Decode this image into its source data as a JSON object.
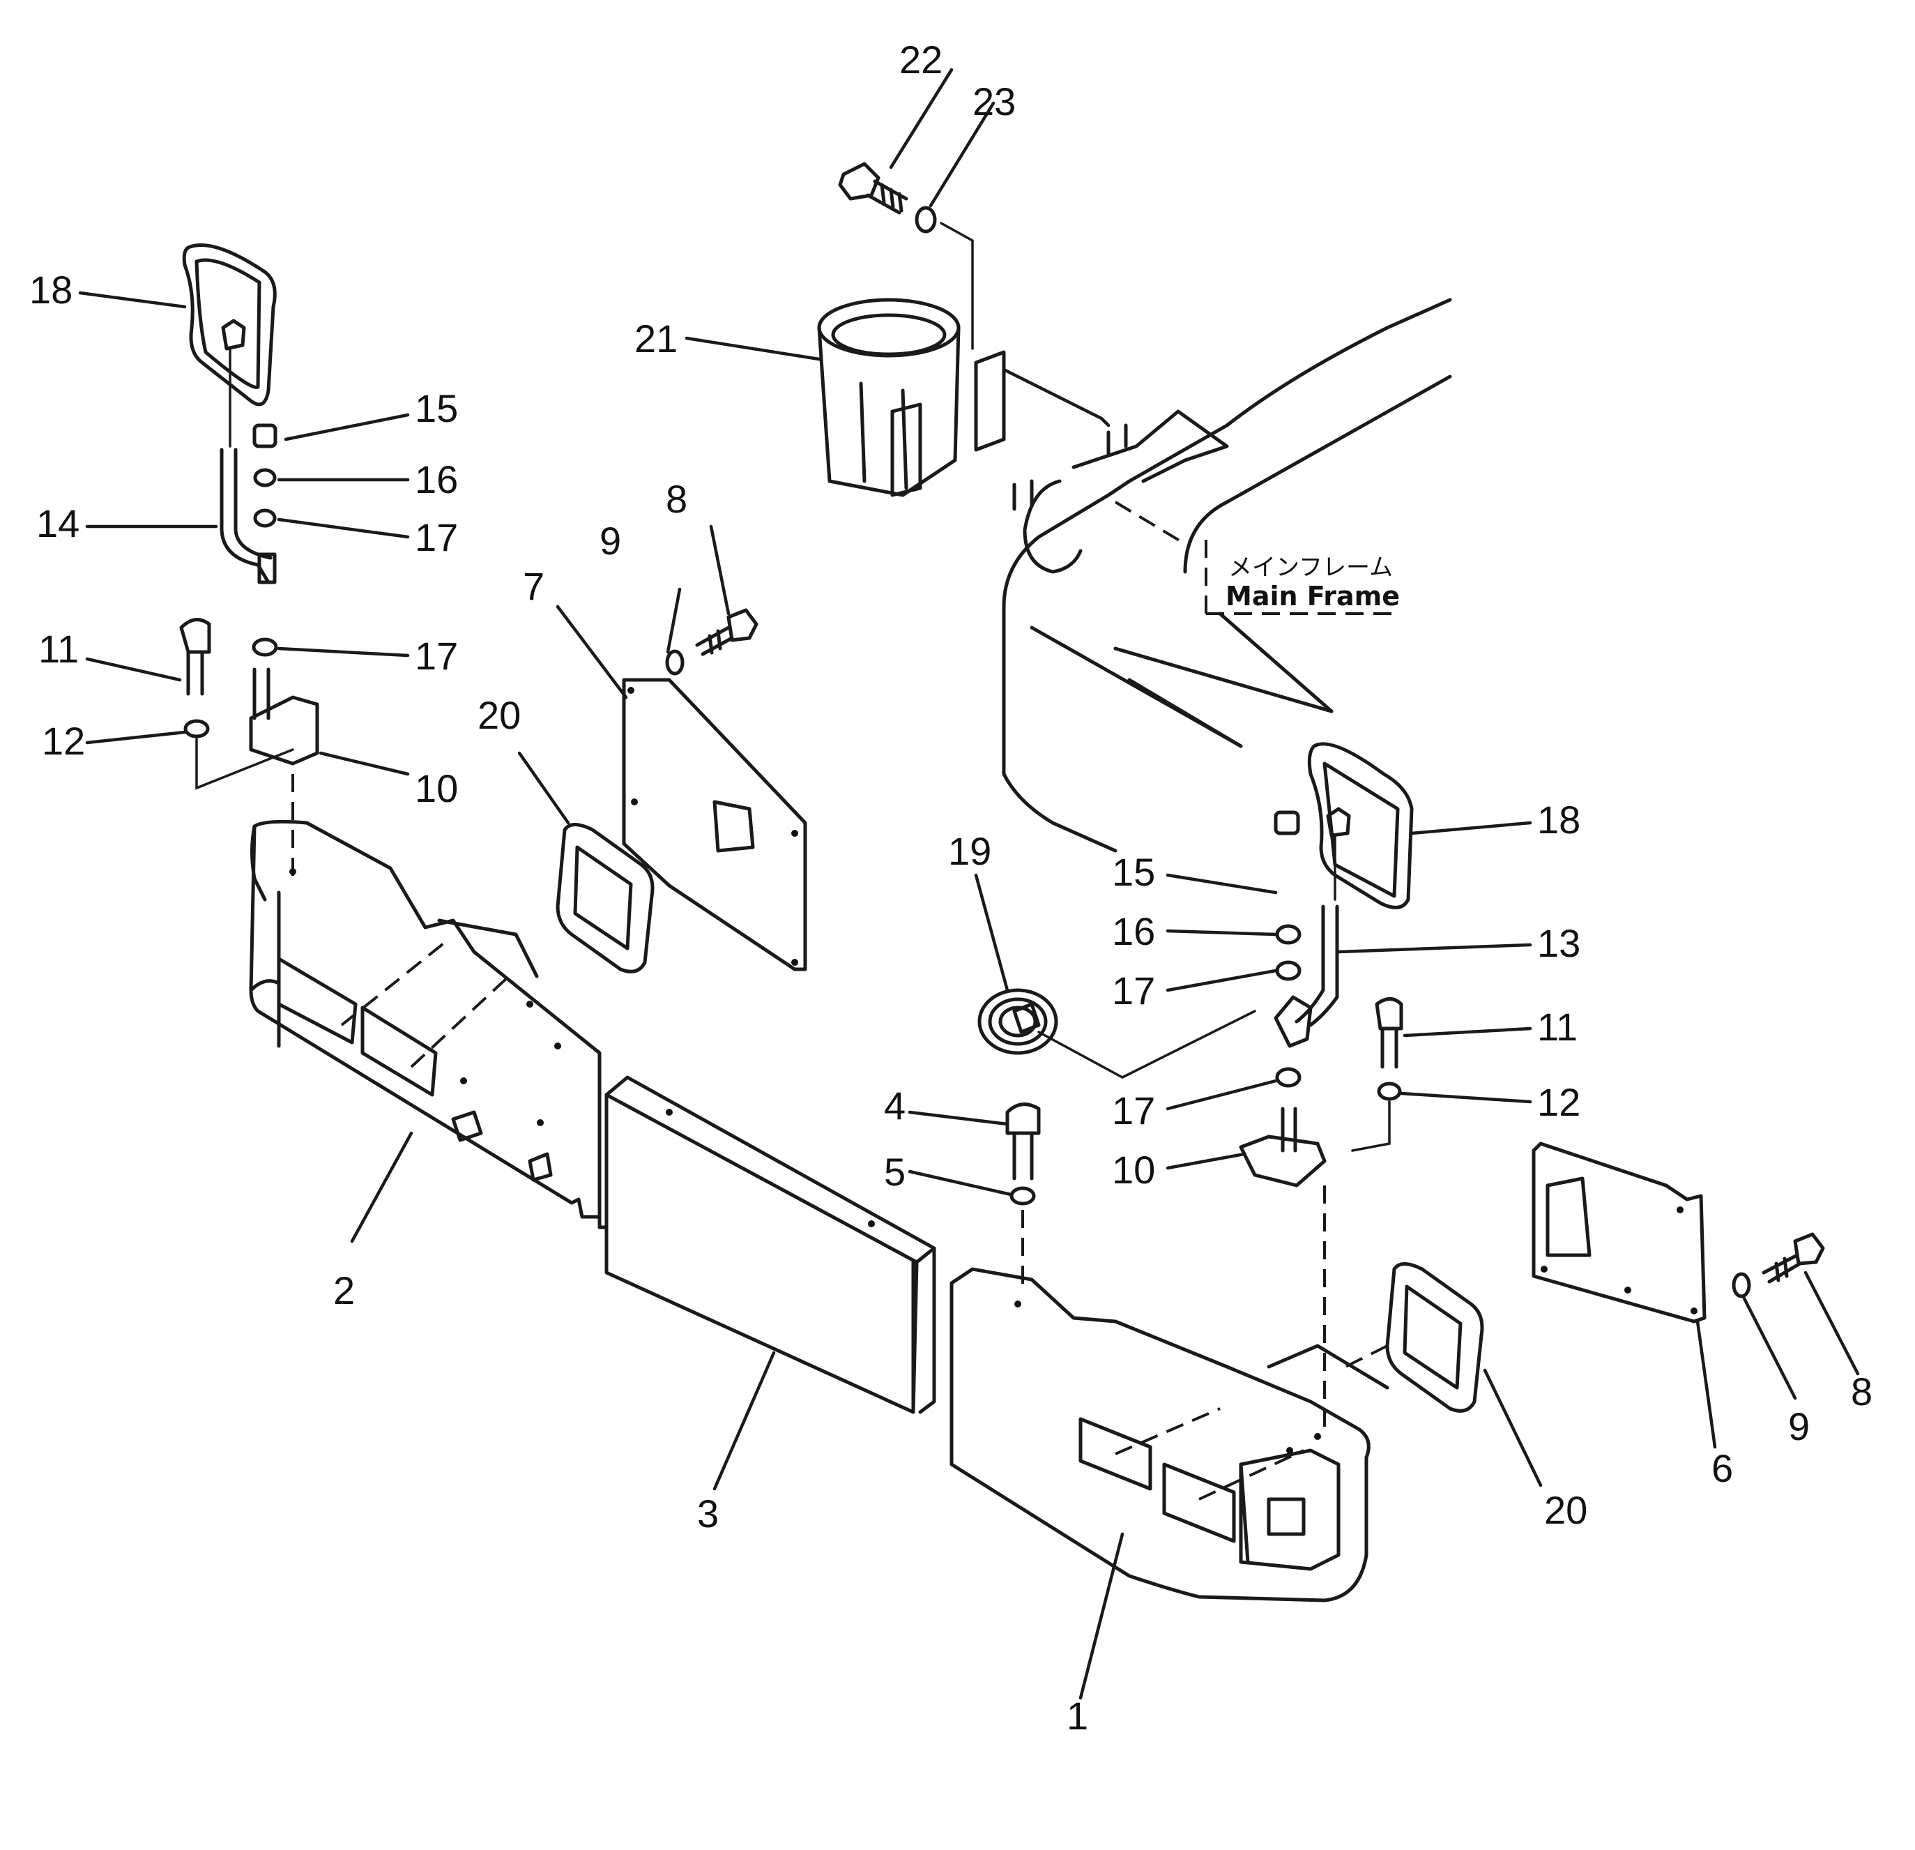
{
  "frame_label": {
    "japanese": "メインフレーム",
    "english": "Main Frame"
  },
  "callouts": [
    {
      "id": "c22",
      "text": "22"
    },
    {
      "id": "c23",
      "text": "23"
    },
    {
      "id": "c21",
      "text": "21"
    },
    {
      "id": "c18a",
      "text": "18"
    },
    {
      "id": "c15a",
      "text": "15"
    },
    {
      "id": "c16a",
      "text": "16"
    },
    {
      "id": "c14",
      "text": "14"
    },
    {
      "id": "c17a",
      "text": "17"
    },
    {
      "id": "c17b",
      "text": "17"
    },
    {
      "id": "c11a",
      "text": "11"
    },
    {
      "id": "c12a",
      "text": "12"
    },
    {
      "id": "c10a",
      "text": "10"
    },
    {
      "id": "c9a",
      "text": "9"
    },
    {
      "id": "c8a",
      "text": "8"
    },
    {
      "id": "c7",
      "text": "7"
    },
    {
      "id": "c20a",
      "text": "20"
    },
    {
      "id": "c2",
      "text": "2"
    },
    {
      "id": "c3",
      "text": "3"
    },
    {
      "id": "c19",
      "text": "19"
    },
    {
      "id": "c15b",
      "text": "15"
    },
    {
      "id": "c16b",
      "text": "16"
    },
    {
      "id": "c17c",
      "text": "17"
    },
    {
      "id": "c18b",
      "text": "18"
    },
    {
      "id": "c13",
      "text": "13"
    },
    {
      "id": "c11b",
      "text": "11"
    },
    {
      "id": "c12b",
      "text": "12"
    },
    {
      "id": "c17d",
      "text": "17"
    },
    {
      "id": "c10b",
      "text": "10"
    },
    {
      "id": "c4",
      "text": "4"
    },
    {
      "id": "c5",
      "text": "5"
    },
    {
      "id": "c1",
      "text": "1"
    },
    {
      "id": "c20b",
      "text": "20"
    },
    {
      "id": "c6",
      "text": "6"
    },
    {
      "id": "c9b",
      "text": "9"
    },
    {
      "id": "c8b",
      "text": "8"
    }
  ]
}
